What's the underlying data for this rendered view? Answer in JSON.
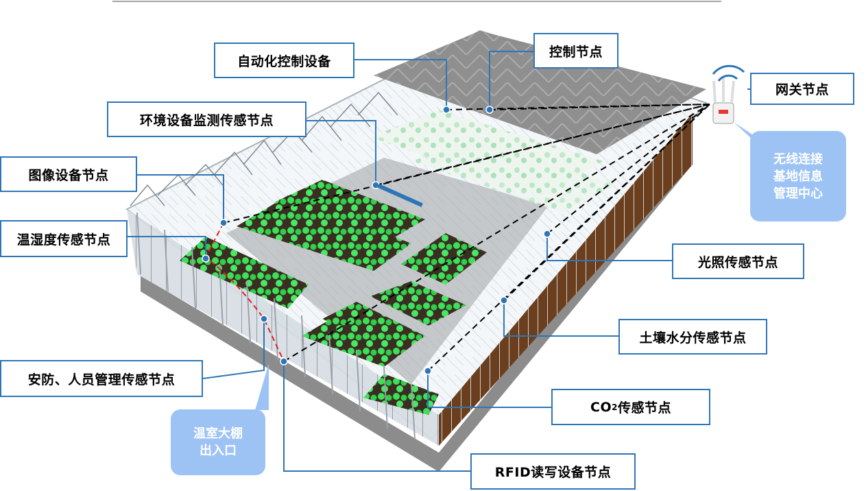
{
  "labels": {
    "automation_control": "自动化控制设备",
    "control_node": "控制节点",
    "gateway_node": "网关节点",
    "env_monitor_node": "环境设备监测传感节点",
    "image_node": "图像设备节点",
    "temp_humidity_node": "温湿度传感节点",
    "light_node": "光照传感节点",
    "soil_moisture_node": "土壤水分传感节点",
    "security_node": "安防、人员管理传感节点",
    "co2_prefix": "CO",
    "co2_sub": "2",
    "co2_suffix": "传感节点",
    "rfid_node": "RFID读写设备节点"
  },
  "callouts": {
    "wireless_line1": "无线连接",
    "wireless_line2": "基地信息",
    "wireless_line3": "管理中心",
    "entrance_line1": "温室大棚",
    "entrance_line2": "出入口"
  },
  "colors": {
    "label_border": "#2e75b6",
    "callout_fill": "#9dc3f5",
    "plant_green": "#33cc55",
    "wireless_link": "#000000",
    "entrance_link": "#e02020"
  }
}
